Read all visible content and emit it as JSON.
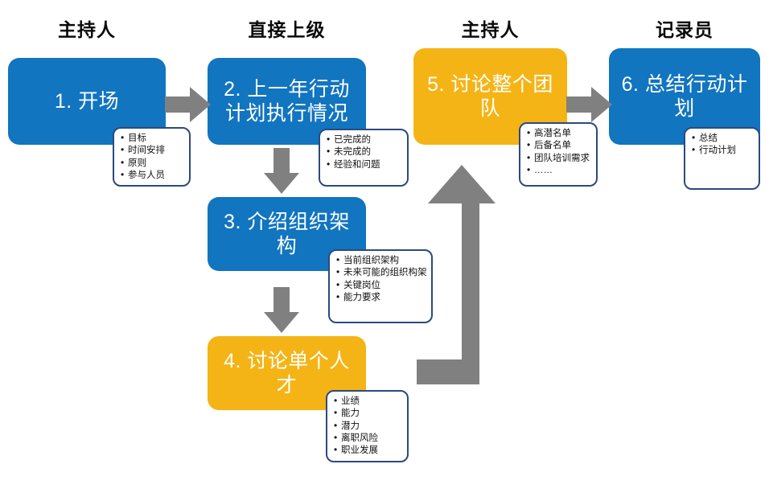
{
  "diagram": {
    "title_roles": [
      {
        "label": "主持人"
      },
      {
        "label": "直接上级"
      },
      {
        "label": "主持人"
      },
      {
        "label": "记录员"
      }
    ],
    "colors": {
      "blue": "#1175c0",
      "amber": "#f5b416",
      "arrow_gray": "#808080",
      "callout_border": "#2b4a80",
      "text_dark": "#0a0a0a"
    },
    "steps": [
      {
        "id": "step-1",
        "label": "1. 开场",
        "color": "blue",
        "details": [
          "目标",
          "时间安排",
          "原则",
          "参与人员"
        ]
      },
      {
        "id": "step-2",
        "label": "2. 上一年行动计划执行情况",
        "color": "blue",
        "details": [
          "已完成的",
          "未完成的",
          "经验和问题"
        ]
      },
      {
        "id": "step-3",
        "label": "3. 介绍组织架构",
        "color": "blue",
        "details": [
          "当前组织架构",
          "未来可能的组织构架",
          "关键岗位",
          "能力要求"
        ]
      },
      {
        "id": "step-4",
        "label": "4. 讨论单个人才",
        "color": "amber",
        "details": [
          "业绩",
          "能力",
          "潜力",
          "离职风险",
          "职业发展"
        ]
      },
      {
        "id": "step-5",
        "label": "5. 讨论整个团队",
        "color": "amber",
        "details": [
          "高潜名单",
          "后备名单",
          "团队培训需求",
          "……"
        ]
      },
      {
        "id": "step-6",
        "label": "6. 总结行动计划",
        "color": "blue",
        "details": [
          "总结",
          "行动计划"
        ]
      }
    ],
    "connectors": [
      {
        "name": "arrow-step1-to-step2",
        "direction": "right"
      },
      {
        "name": "arrow-step2-to-step3",
        "direction": "down"
      },
      {
        "name": "arrow-step3-to-step4",
        "direction": "down"
      },
      {
        "name": "arrow-step4-to-step5",
        "direction": "elbow-up"
      },
      {
        "name": "arrow-step5-to-step6",
        "direction": "right"
      }
    ]
  }
}
